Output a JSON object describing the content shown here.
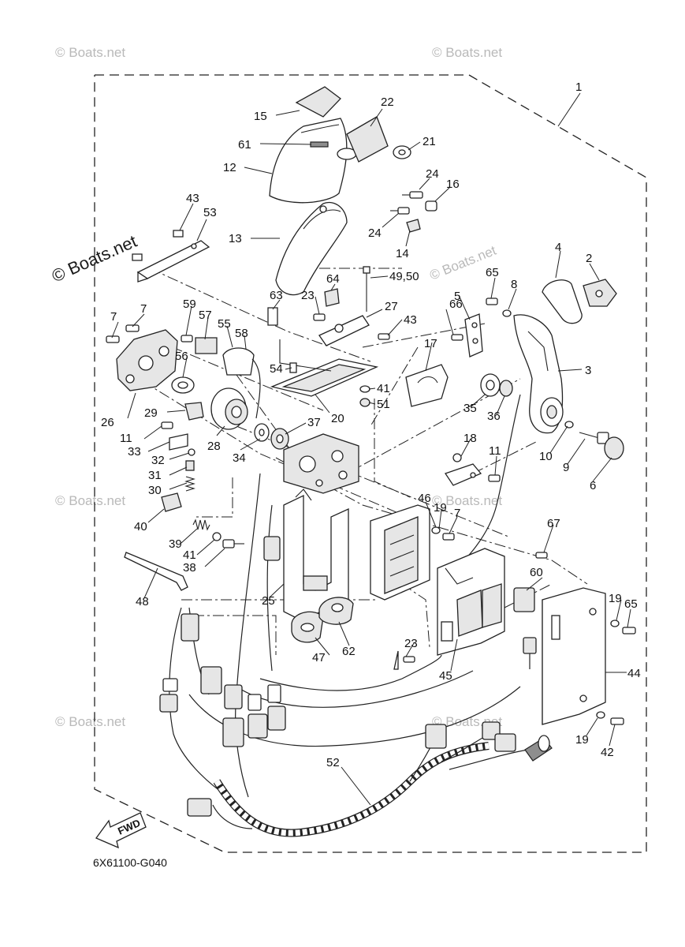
{
  "diagram_code": "6X61100-G040",
  "watermark_text": "© Boats.net",
  "fwd_label": "FWD",
  "callouts": {
    "c1": "1",
    "c2": "2",
    "c3": "3",
    "c4": "4",
    "c5": "5",
    "c6": "6",
    "c7a": "7",
    "c7b": "7",
    "c7c": "7",
    "c8": "8",
    "c9": "9",
    "c10": "10",
    "c11a": "11",
    "c11b": "11",
    "c12": "12",
    "c13": "13",
    "c14": "14",
    "c15": "15",
    "c16": "16",
    "c17": "17",
    "c18": "18",
    "c19a": "19",
    "c19b": "19",
    "c19c": "19",
    "c20": "20",
    "c21": "21",
    "c22": "22",
    "c23a": "23",
    "c23b": "23",
    "c24a": "24",
    "c24b": "24",
    "c25": "25",
    "c26": "26",
    "c27": "27",
    "c28": "28",
    "c29": "29",
    "c30": "30",
    "c31": "31",
    "c32": "32",
    "c33": "33",
    "c34": "34",
    "c35": "35",
    "c36": "36",
    "c37": "37",
    "c38": "38",
    "c39": "39",
    "c40": "40",
    "c41a": "41",
    "c41b": "41",
    "c42": "42",
    "c43a": "43",
    "c43b": "43",
    "c44": "44",
    "c45": "45",
    "c46": "46",
    "c47": "47",
    "c48": "48",
    "c4950": "49,50",
    "c51": "51",
    "c52": "52",
    "c53": "53",
    "c54": "54",
    "c55": "55",
    "c56": "56",
    "c57": "57",
    "c58": "58",
    "c59": "59",
    "c60": "60",
    "c61": "61",
    "c62": "62",
    "c63": "63",
    "c64": "64",
    "c65a": "65",
    "c65b": "65",
    "c66": "66",
    "c67": "67"
  }
}
